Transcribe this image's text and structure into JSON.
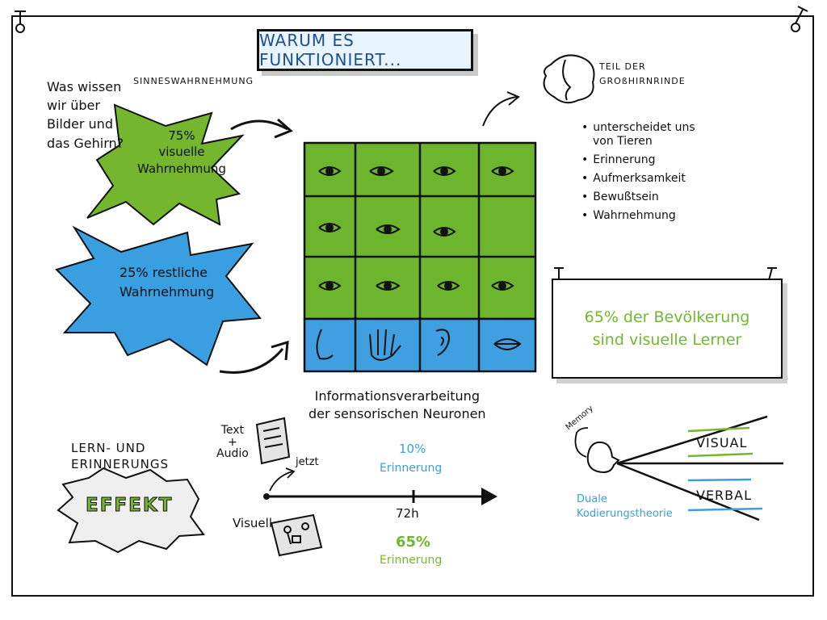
{
  "title": "WARUM ES FUNKTIONIERT...",
  "question": [
    "Was wissen",
    "wir über",
    "Bilder und",
    "das Gehirn?"
  ],
  "sinnes_label": "SINNESWAHRNEHMUNG",
  "green_blob": [
    "75%",
    "visuelle",
    "Wahrnehmung"
  ],
  "blue_blob": [
    "25% restliche",
    "Wahrnehmung"
  ],
  "grid_caption": [
    "Informationsverarbeitung",
    "der sensorischen Neuronen"
  ],
  "brain": {
    "label": [
      "TEIL DER",
      "GROßHIRNRINDE"
    ],
    "bullets": [
      "unterscheidet uns",
      "von Tieren",
      "Erinnerung",
      "Aufmerksamkeit",
      "Bewußtsein",
      "Wahrnehmung"
    ]
  },
  "sign_text": [
    "65% der Bevölkerung",
    "sind visuelle Lerner"
  ],
  "effekt": {
    "line1": "LERN- UND",
    "line2": "ERINNERUNGS",
    "word": "EFFEKT"
  },
  "timeline": {
    "text_audio": [
      "Text",
      "+",
      "Audio"
    ],
    "jetzt": "jetzt",
    "visuell": "Visuell",
    "tick": "72h",
    "top_pct": "10%",
    "top_label": "Erinnerung",
    "bottom_pct": "65%",
    "bottom_label": "Erinnerung"
  },
  "dual": {
    "memory": "Memory",
    "visual": "VISUAL",
    "verbal": "VERBAL",
    "theory": [
      "Duale",
      "Kodierungstheorie"
    ]
  },
  "colors": {
    "green": "#74b72e",
    "blue": "#3a9fd9",
    "grid_green": "#6cb52d",
    "grid_blue": "#3f9fe0"
  }
}
